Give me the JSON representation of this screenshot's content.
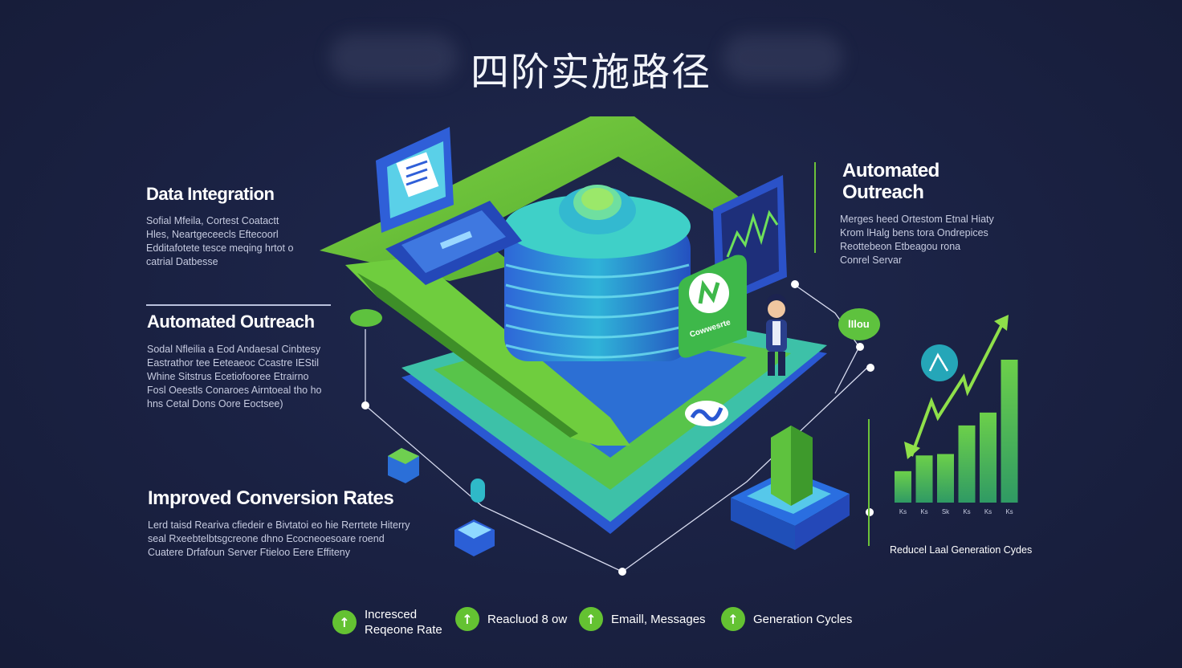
{
  "title": "四阶实施路径",
  "left_sections": [
    {
      "heading": "Data Integration",
      "lines": [
        "Sofial Mfeila, Cortest Coatactt",
        "Hles, Neartgeceecls Eftecoorl",
        "Edditafotete tesce meqing hrtot o",
        "catrial Datbesse"
      ]
    },
    {
      "heading": "Automated Outreach",
      "lines": [
        "Sodal Nfleilia a Eod Andaesal Cinbtesy",
        "Eastrathor tee Eeteaeoc Ccastre IEStil",
        "Whine Sitstrus Ecetiofooree Etrairno",
        "Fosl Oeestls Conaroes Airntoeal tho ho",
        "hns Cetal Dons Oore Eoctsee)"
      ]
    },
    {
      "heading": "Improved Conversion Rates",
      "lines": [
        "Lerd taisd Reariva cfiedeir e Bivtatoi eo hie Rerrtete Hiterry",
        "seal Rxeebtelbtsgcreone dhno Ecocneoesoare roend",
        "Cuatere Drfafoun Server Ftieloo Eere Effiteny"
      ]
    }
  ],
  "right_section": {
    "heading_line1": "Automated",
    "heading_line2": "Outreach",
    "lines": [
      "Merges heed Ortestom Etnal Hiaty",
      "Krom lHalg bens tora Ondrepices",
      "Reottebeon Etbeagou rona",
      "Conrel Servar"
    ]
  },
  "illustration": {
    "monitor_label": "",
    "badge_label": "Cowwesrte",
    "speech_bubble": "lIlou",
    "chart_caption": "Reducel Laal Generation Cydes",
    "chart_ticks": [
      "Ks",
      "Ks",
      "Sk",
      "Ks",
      "Ks",
      "Ks"
    ]
  },
  "chart_data": {
    "type": "bar",
    "categories": [
      "Ks",
      "Ks",
      "Sk",
      "Ks",
      "Ks",
      "Ks"
    ],
    "values": [
      0.22,
      0.33,
      0.34,
      0.54,
      0.63,
      1.0
    ],
    "title": "",
    "xlabel": "Reducel Laal Generation Cydes",
    "ylabel": "",
    "trend": "rising arrow"
  },
  "bottom_items": [
    {
      "icon": "↑",
      "line1": "Incresced",
      "line2": "Reqeone Rate"
    },
    {
      "icon": "↑",
      "line1": "Reacluod 8 ow",
      "line2": ""
    },
    {
      "icon": "↑",
      "line1": "Emaill, Messages",
      "line2": ""
    },
    {
      "icon": "↑",
      "line1": "Generation Cycles",
      "line2": ""
    }
  ],
  "colors": {
    "background": "#1a2142",
    "accent_green": "#6cc23a",
    "accent_blue": "#2b5fd6",
    "accent_teal": "#2fb9c8"
  }
}
